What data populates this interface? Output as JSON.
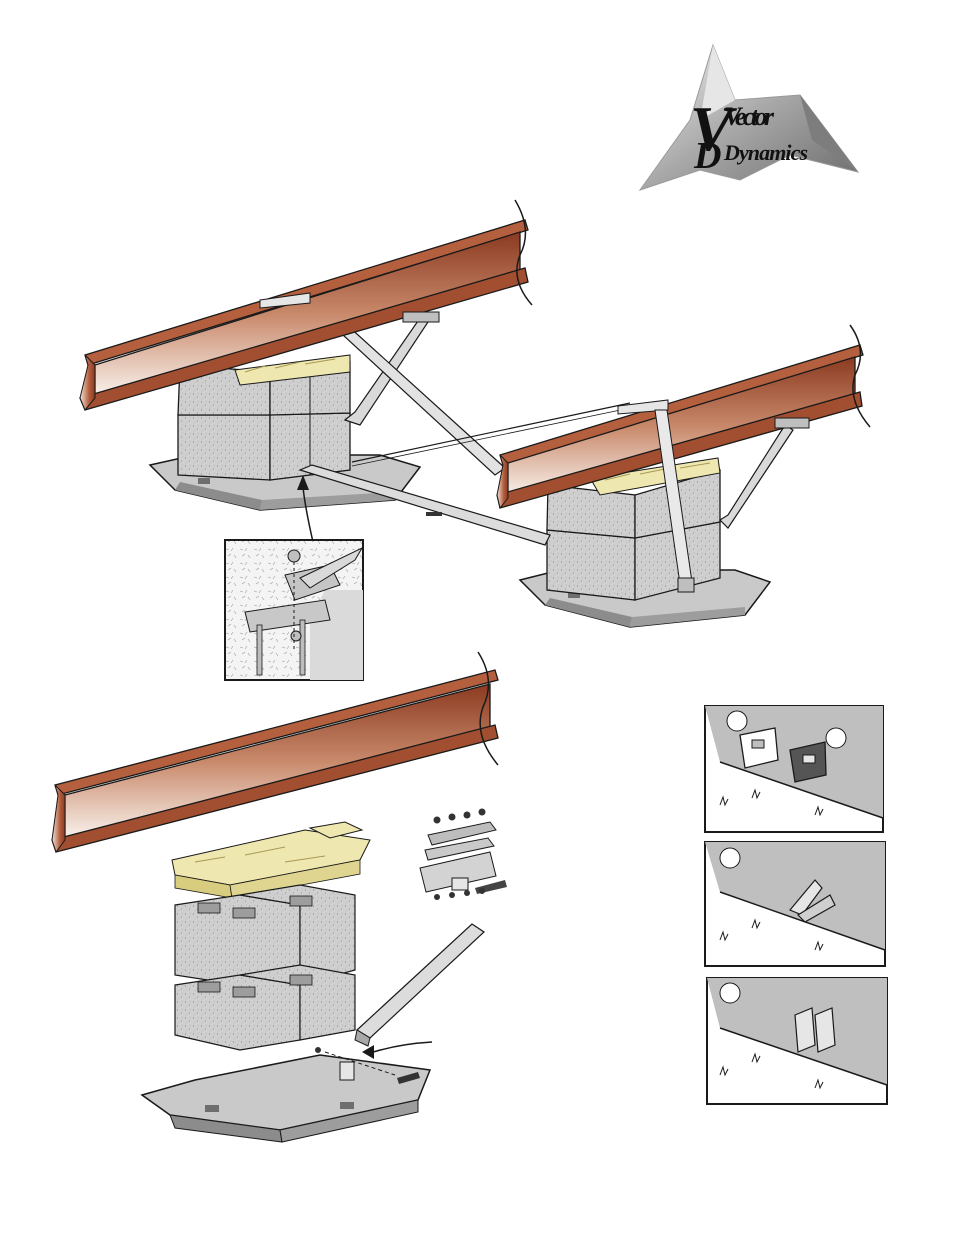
{
  "logo": {
    "word1": "Vector",
    "word2": "Dynamics",
    "cap1": "V",
    "cap2": "D"
  },
  "colors": {
    "beam_dark": "#8b3a20",
    "beam_mid": "#b86a4a",
    "beam_light": "#f4ece6",
    "concrete": "#c8c8c8",
    "pan": "#bdbdbd",
    "pan_dark": "#8c8c8c",
    "lumber": "#efe7b0",
    "outline": "#1a1a1a"
  },
  "icons": [
    "vector-dynamics-logo",
    "i-beam",
    "concrete-block",
    "ground-pan",
    "strap",
    "brace-arm",
    "bolt",
    "bracket",
    "grass-tuft",
    "arrow"
  ]
}
